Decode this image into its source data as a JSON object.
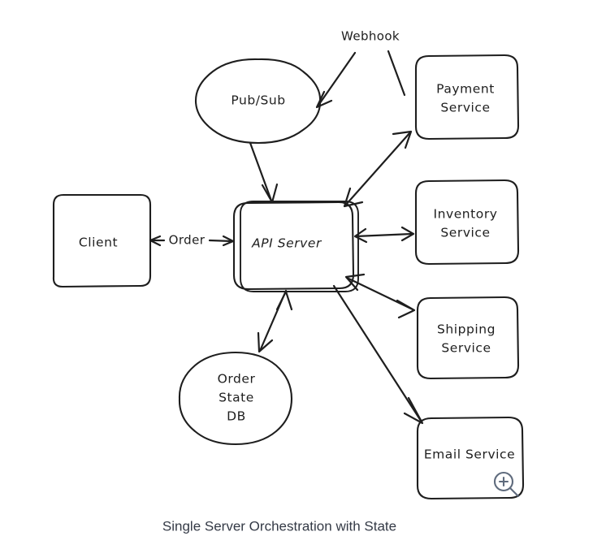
{
  "diagram": {
    "caption": "Single Server Orchestration with State",
    "style": "hand-drawn",
    "background_color": "#ffffff",
    "stroke_color": "#1e1e1e",
    "caption_color": "#343a46",
    "nodes": [
      {
        "id": "client",
        "label_lines": [
          "Client"
        ],
        "shape": "rounded-rectangle"
      },
      {
        "id": "pubsub",
        "label_lines": [
          "Pub/Sub"
        ],
        "shape": "ellipse"
      },
      {
        "id": "api-server",
        "label_lines": [
          "API Server"
        ],
        "shape": "rounded-rectangle-double"
      },
      {
        "id": "order-state-db",
        "label_lines": [
          "Order",
          "State",
          "DB"
        ],
        "shape": "ellipse"
      },
      {
        "id": "payment-service",
        "label_lines": [
          "Payment",
          "Service"
        ],
        "shape": "rounded-rectangle"
      },
      {
        "id": "inventory-service",
        "label_lines": [
          "Inventory",
          "Service"
        ],
        "shape": "rounded-rectangle"
      },
      {
        "id": "shipping-service",
        "label_lines": [
          "Shipping",
          "Service"
        ],
        "shape": "rounded-rectangle"
      },
      {
        "id": "email-service",
        "label_lines": [
          "Email Service"
        ],
        "shape": "rounded-rectangle"
      }
    ],
    "edges": [
      {
        "id": "client-api",
        "from": "client",
        "to": "api-server",
        "label": "Order",
        "direction": "bidirectional"
      },
      {
        "id": "webhook-pubsub",
        "from": "webhook",
        "to": "pubsub",
        "label": "Webhook",
        "direction": "unidirectional"
      },
      {
        "id": "webhook-payment",
        "from": "webhook",
        "to": "payment-service",
        "label": "",
        "direction": "none"
      },
      {
        "id": "pubsub-api",
        "from": "pubsub",
        "to": "api-server",
        "label": "",
        "direction": "unidirectional"
      },
      {
        "id": "api-payment",
        "from": "api-server",
        "to": "payment-service",
        "label": "",
        "direction": "bidirectional"
      },
      {
        "id": "api-inventory",
        "from": "api-server",
        "to": "inventory-service",
        "label": "",
        "direction": "bidirectional"
      },
      {
        "id": "api-shipping",
        "from": "api-server",
        "to": "shipping-service",
        "label": "",
        "direction": "bidirectional"
      },
      {
        "id": "api-email",
        "from": "api-server",
        "to": "email-service",
        "label": "",
        "direction": "unidirectional"
      },
      {
        "id": "api-db",
        "from": "api-server",
        "to": "order-state-db",
        "label": "",
        "direction": "bidirectional"
      }
    ],
    "cursor": {
      "icon": "zoom-in-icon",
      "color": "#5f6b7d"
    }
  }
}
